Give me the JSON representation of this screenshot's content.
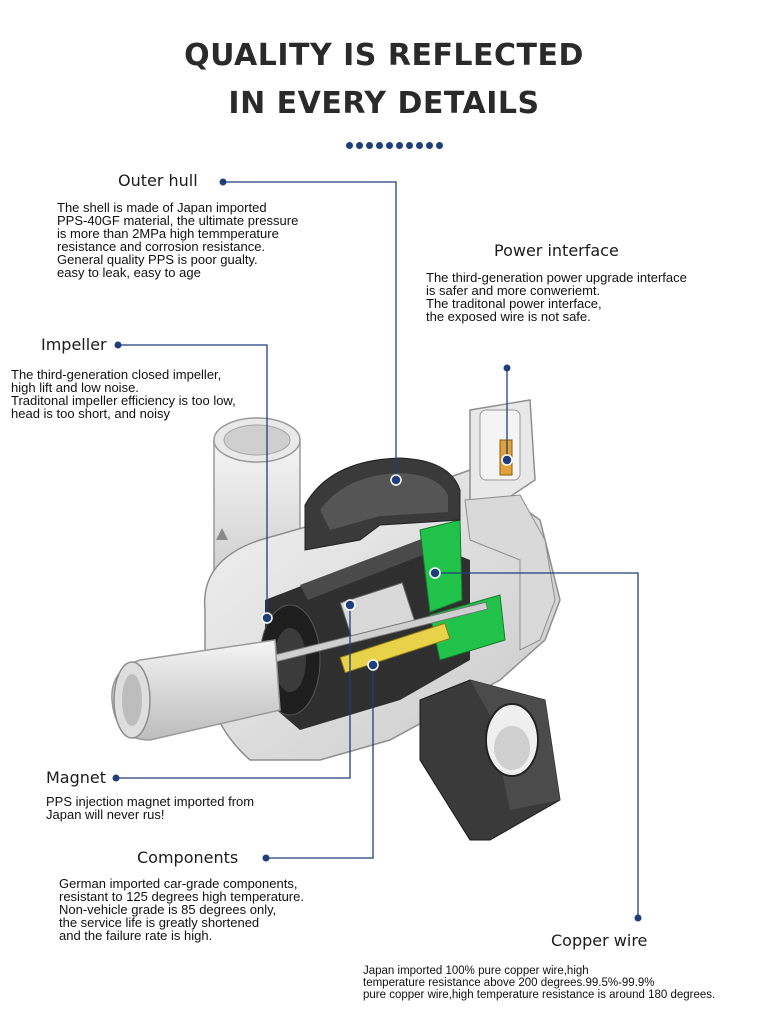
{
  "headline": {
    "line1": "QUALITY IS REFLECTED",
    "line2": "IN EVERY DETAILS"
  },
  "callouts": [
    {
      "id": "outer-hull",
      "title": "Outer hull",
      "lines": [
        "The shell is made of Japan imported",
        "PPS-40GF material, the ultimate pressure",
        "is more than 2MPa high temmperature",
        "resistance and corrosion resistance.",
        "General quality PPS is poor gualty.",
        "easy to leak, easy to age"
      ]
    },
    {
      "id": "power-interface",
      "title": "Power interface",
      "lines": [
        "The third-generation power upgrade interface",
        "is safer and more conweriemt.",
        "The traditonal power interface,",
        "the exposed wire is not safe."
      ]
    },
    {
      "id": "impeller",
      "title": "Impeller",
      "lines": [
        "The third-generation closed impeller,",
        "high lift and low noise.",
        "Traditonal impeller efficiency is too low,",
        "head is too short, and noisy"
      ]
    },
    {
      "id": "magnet",
      "title": "Magnet",
      "lines": [
        "PPS injection magnet imported from",
        "Japan will never rus!"
      ]
    },
    {
      "id": "components",
      "title": "Components",
      "lines": [
        "German imported car-grade components,",
        "resistant to 125 degrees high temperature.",
        "Non-vehicle grade is 85 degrees only,",
        "the service life is greatly shortened",
        "and the failure rate is high."
      ]
    },
    {
      "id": "copper-wire",
      "title": "Copper wire",
      "lines": [
        "Japan imported 100% pure copper wire,high",
        "temperature resistance above 200 degrees.99.5%-99.9%",
        "pure copper wire,high temperature resistance is around 180 degrees."
      ]
    }
  ],
  "colors": {
    "leader": "#1f3f7a",
    "housing": "#e6e6e6",
    "housing_dark": "#3a3a3a",
    "pcb": "#21c24a",
    "coil": "#e8d24a"
  },
  "icons": [
    "pump-cutaway-illustration"
  ]
}
